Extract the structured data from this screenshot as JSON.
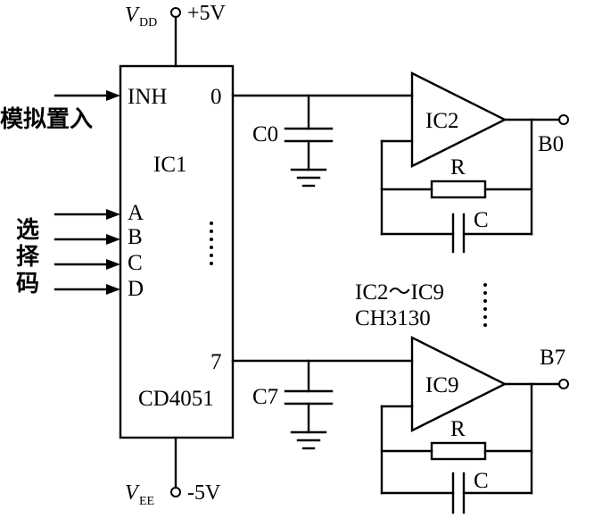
{
  "supply": {
    "vdd_symbol": "V",
    "vdd_sub": "DD",
    "vdd_value": "+5V",
    "vee_symbol": "V",
    "vee_sub": "EE",
    "vee_value": "-5V"
  },
  "mux": {
    "name": "IC1",
    "part": "CD4051",
    "inh_label": "INH",
    "out_first": "0",
    "out_last": "7",
    "sel_pins": [
      "A",
      "B",
      "C",
      "D"
    ]
  },
  "inputs": {
    "analog_input": "模拟置入",
    "select_code": [
      "选",
      "择",
      "码"
    ]
  },
  "channels": [
    {
      "cap": "C0",
      "amp": "IC2",
      "output": "B0",
      "r": "R",
      "c": "C"
    },
    {
      "cap": "C7",
      "amp": "IC9",
      "output": "B7",
      "r": "R",
      "c": "C"
    }
  ],
  "amp_note": {
    "range": "IC2～IC9",
    "part": "CH3130"
  }
}
